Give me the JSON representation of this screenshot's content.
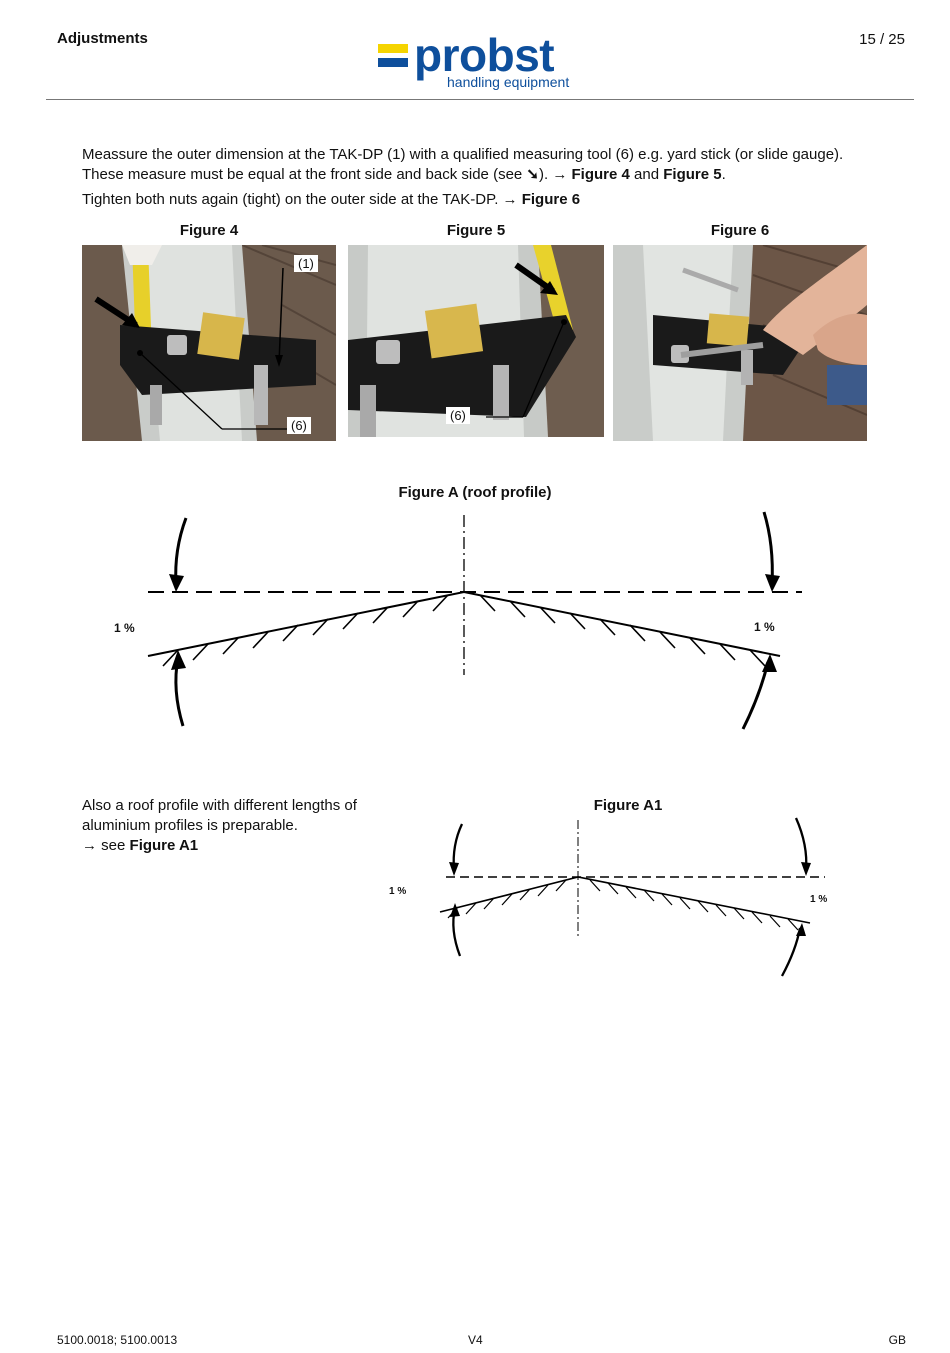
{
  "header": {
    "section": "Adjustments",
    "page": "15 / 25",
    "logo_word": "probst",
    "logo_tagline": "handling equipment",
    "brand_blue": "#0e4f9c",
    "brand_yellow": "#f5d400"
  },
  "body": {
    "line1": "Meassure the outer dimension at the TAK-DP (1) with a qualified measuring tool (6) e.g. yard stick (or slide gauge).",
    "line2_pre": "These measure must be equal at the front side and back side (see ",
    "line2_arrow": "➘",
    "line2_mid": "). → ",
    "line2_fig4": "Figure 4",
    "line2_and": " and ",
    "line2_fig5": "Figure 5",
    "line2_end": ".",
    "line3_pre": "Tighten both nuts again (tight) on the outer side at the TAK-DP. → ",
    "line3_fig6": "Figure 6"
  },
  "figures": {
    "fig4_title": "Figure 4",
    "fig5_title": "Figure 5",
    "fig6_title": "Figure 6",
    "fig4_label_1": "(1)",
    "fig4_label_6": "(6)",
    "fig5_label_6": "(6)"
  },
  "figureA": {
    "title": "Figure A (roof profile)",
    "left_pct": "1 %",
    "right_pct": "1 %"
  },
  "section2": {
    "text_line1": "Also a roof profile with different lengths of",
    "text_line2": "aluminium profiles is preparable.",
    "text_line3_pre": "→ see ",
    "text_line3_bold": "Figure A1"
  },
  "figureA1": {
    "title": "Figure A1",
    "left_pct": "1 %",
    "right_pct": "1 %"
  },
  "footer": {
    "left": "5100.0018; 5100.0013",
    "center": "V4",
    "right": "GB"
  }
}
